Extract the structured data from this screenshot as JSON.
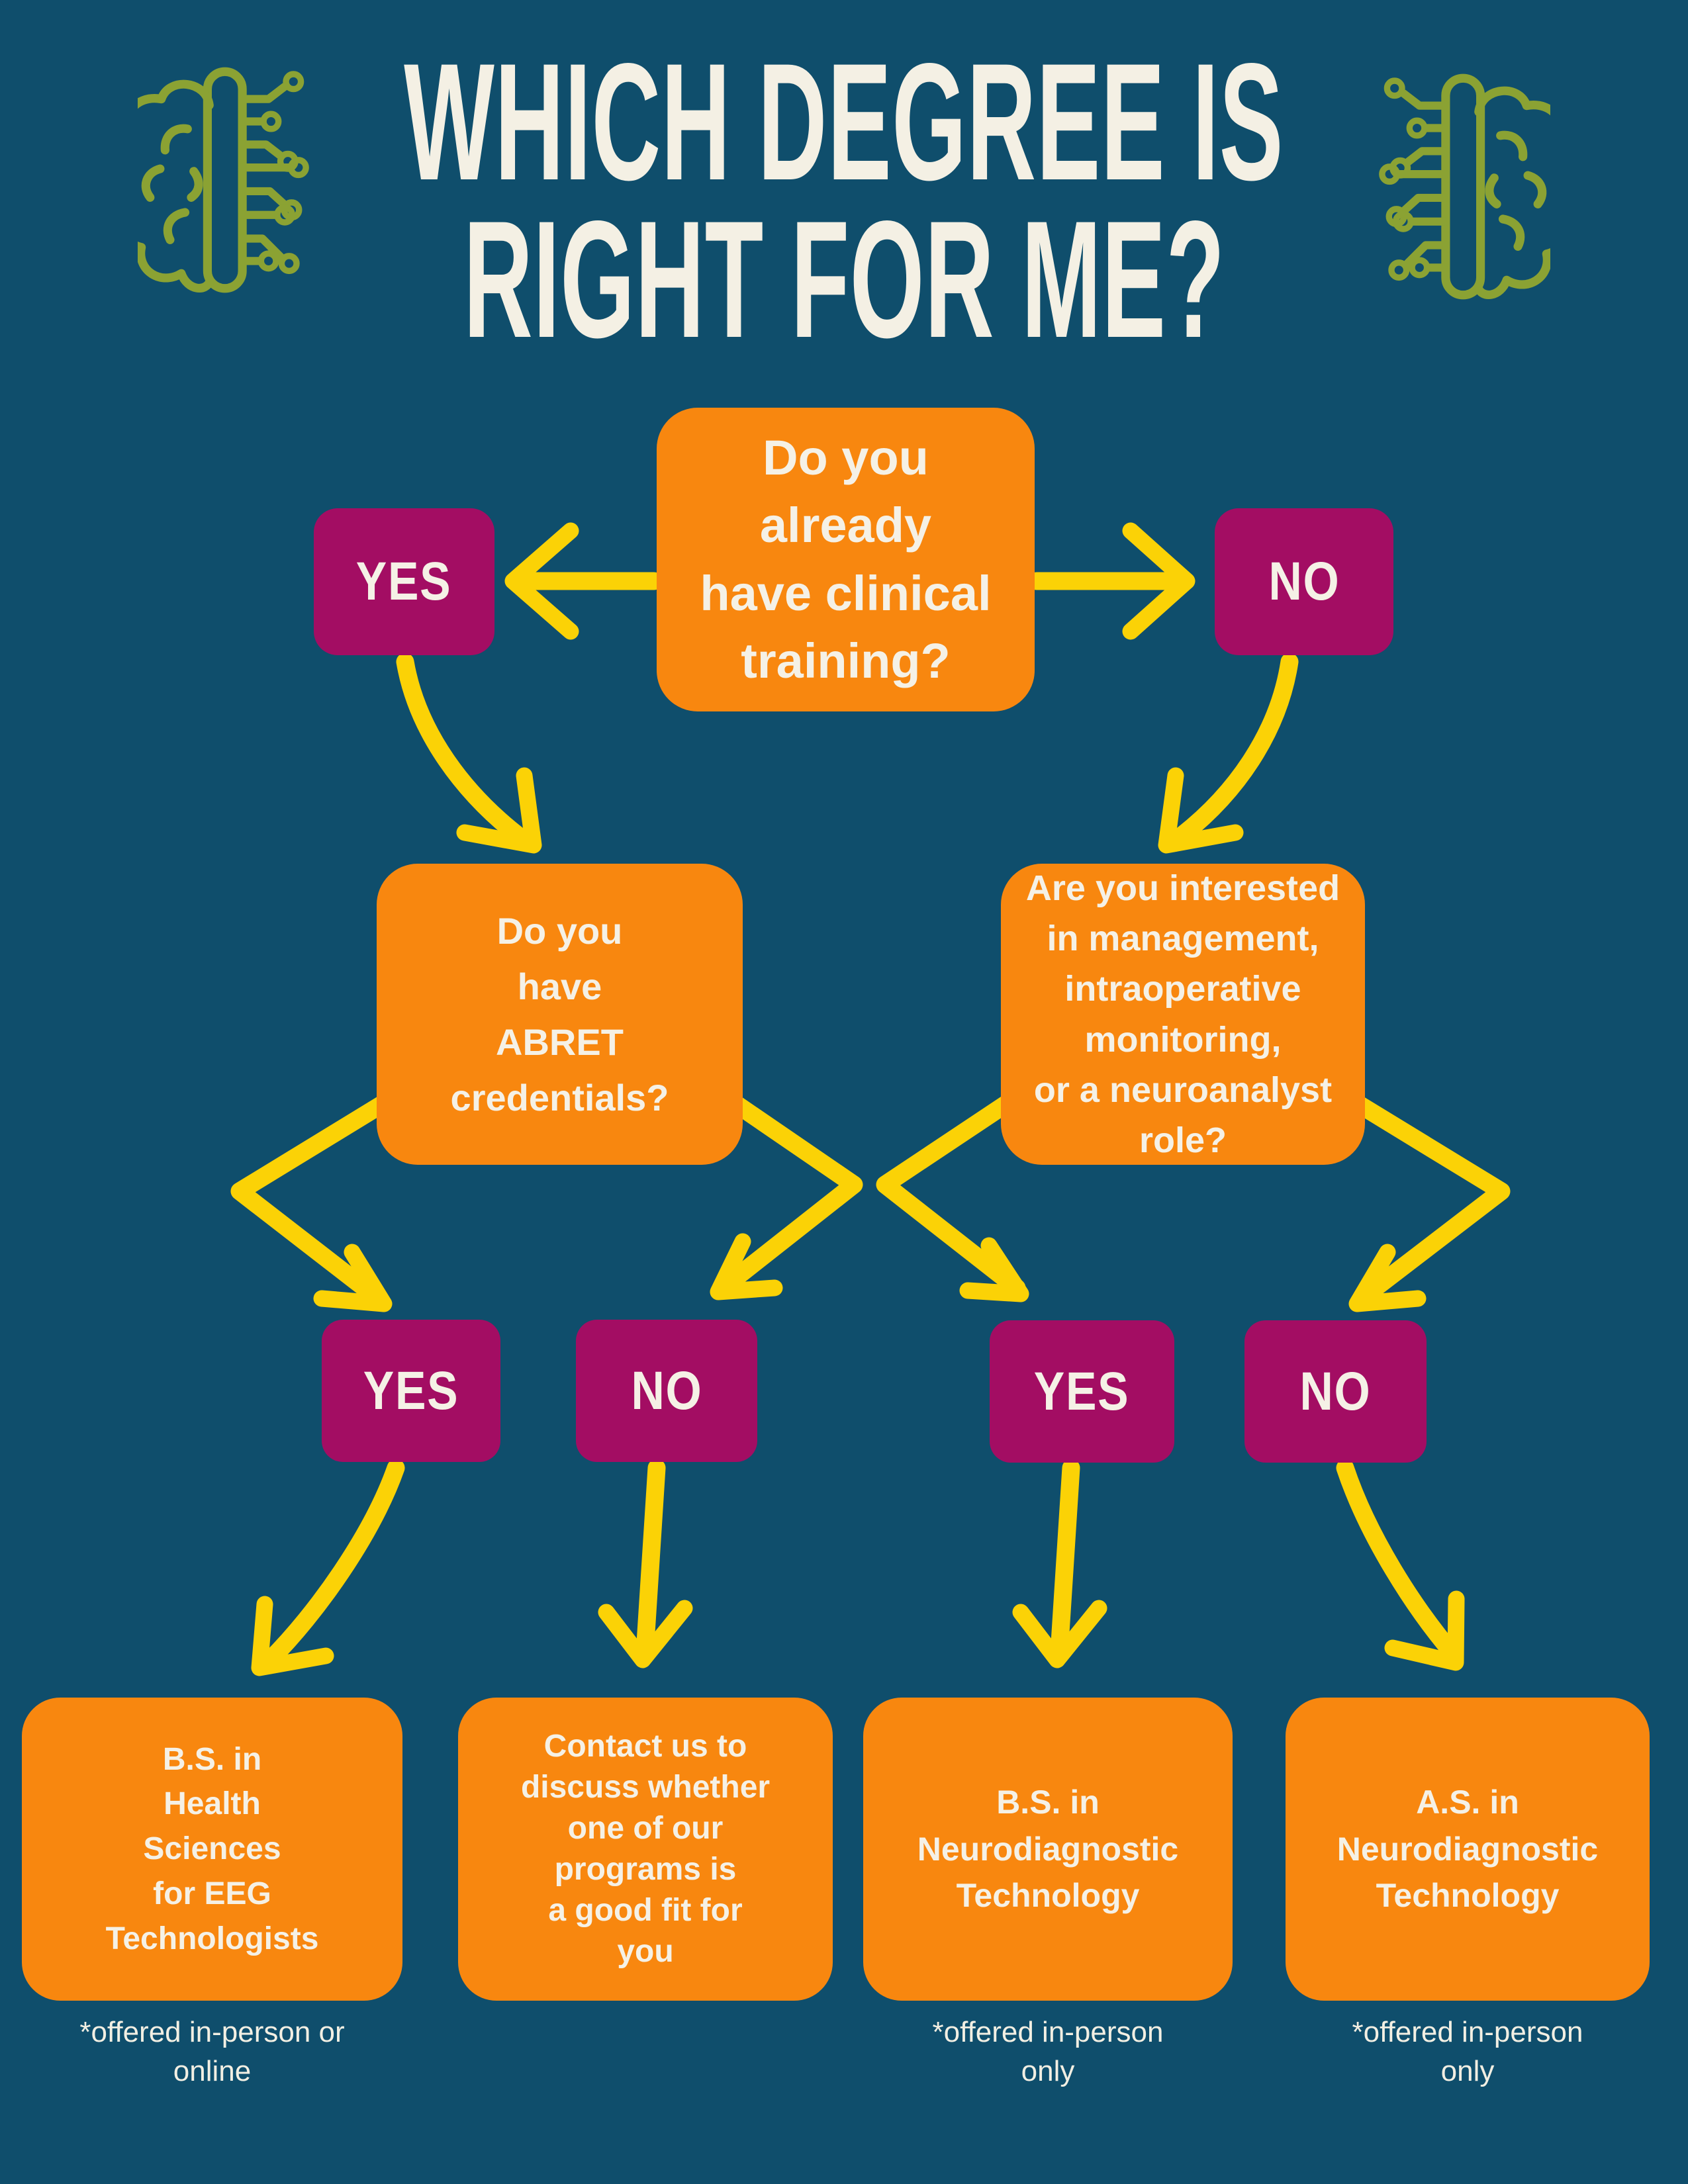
{
  "title": {
    "line1": "WHICH DEGREE IS",
    "line2": "RIGHT FOR ME?"
  },
  "colors": {
    "background": "#0F4E6C",
    "question_box": "#F8870F",
    "answer_tag": "#A30D63",
    "arrow": "#FBD206",
    "text": "#F5F1E6",
    "brain_icon": "#8BA233"
  },
  "icons": {
    "left": "brain-circuit-icon",
    "right": "brain-circuit-icon"
  },
  "flow": {
    "q1": "Do you\nalready\nhave clinical\ntraining?",
    "q1_yes": "YES",
    "q1_no": "NO",
    "q2": "Do you\nhave\nABRET\ncredentials?",
    "q3": "Are you interested\nin management,\nintraoperative\nmonitoring,\nor a neuroanalyst\nrole?",
    "q2_yes": "YES",
    "q2_no": "NO",
    "q3_yes": "YES",
    "q3_no": "NO",
    "outcome1": "B.S. in\nHealth\nSciences\nfor EEG\nTechnologists",
    "outcome2": "Contact us to\ndiscuss whether\none of our\nprograms is\na good fit for\nyou",
    "outcome3": "B.S. in\nNeurodiagnostic\nTechnology",
    "outcome4": "A.S. in\nNeurodiagnostic\nTechnology",
    "note1": "*offered in-person or\nonline",
    "note3": "*offered in-person\nonly",
    "note4": "*offered in-person\nonly"
  }
}
